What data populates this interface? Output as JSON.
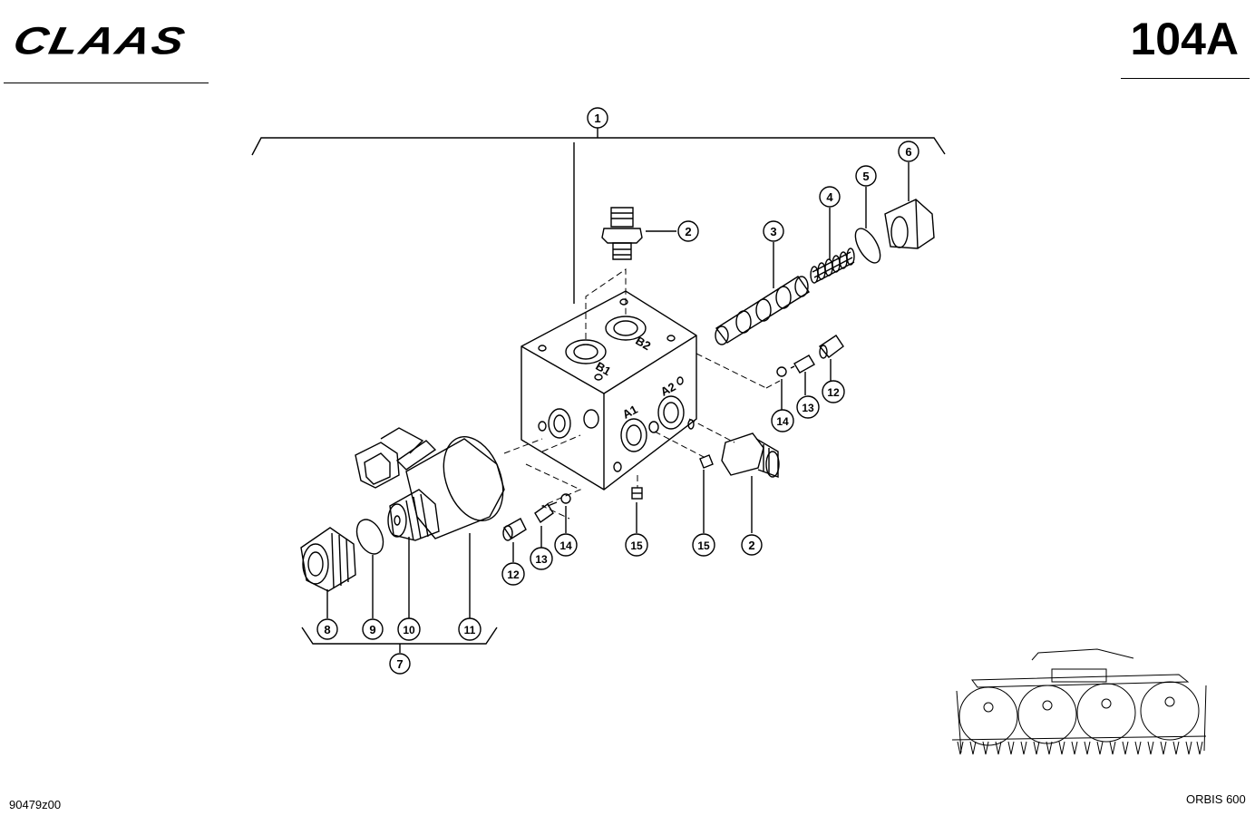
{
  "header": {
    "brand": "CLAAS",
    "page_number": "104A"
  },
  "footer": {
    "drawing_number": "90479z00",
    "model": "ORBIS 600"
  },
  "block_ports": {
    "b1": "B1",
    "b2": "B2",
    "a1": "A1",
    "a2": "A2"
  },
  "callouts": [
    "1",
    "2",
    "2",
    "3",
    "4",
    "5",
    "6",
    "7",
    "8",
    "9",
    "10",
    "11",
    "12",
    "12",
    "13",
    "13",
    "14",
    "14",
    "15",
    "15"
  ]
}
